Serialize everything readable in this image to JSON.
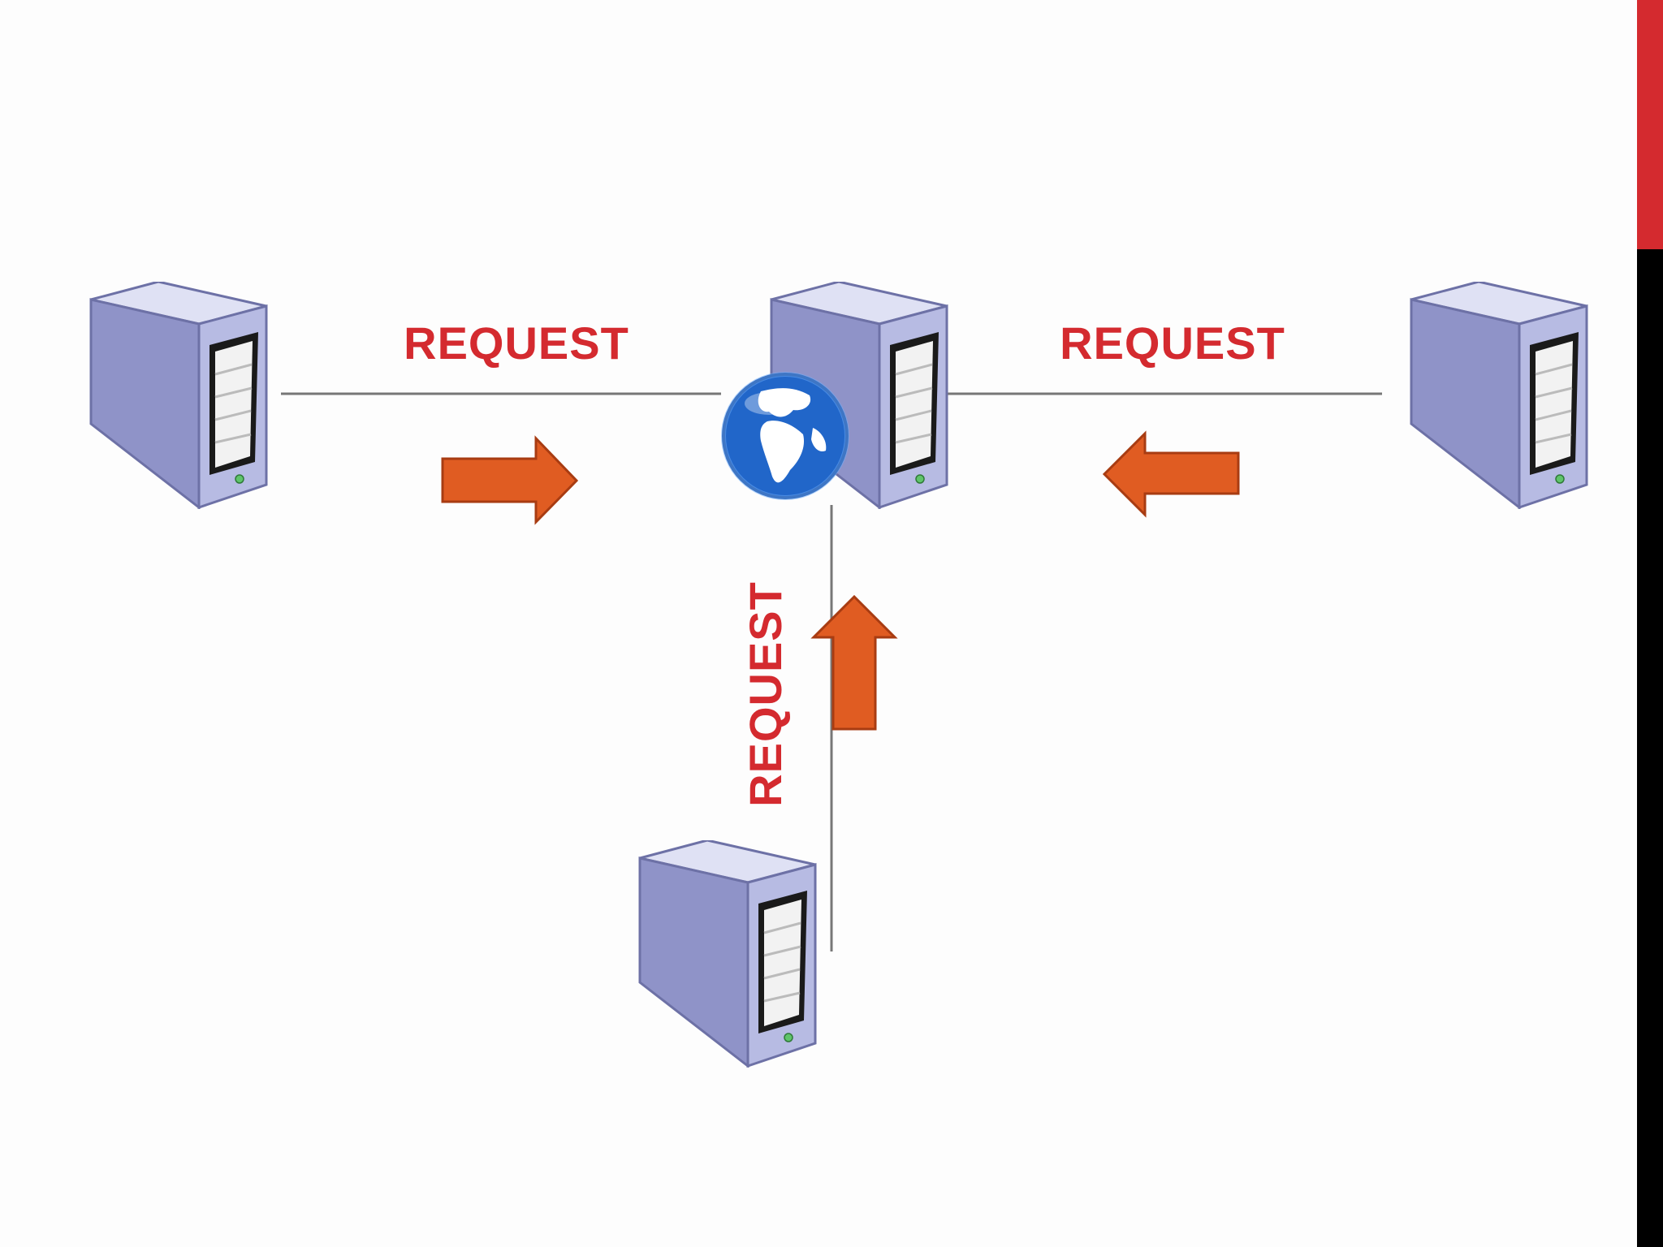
{
  "colors": {
    "accent_red": "#d42a2f",
    "sidebar_black": "#000000",
    "arrow_fill": "#e05c22",
    "arrow_stroke": "#a83c12",
    "connector_line": "#777777",
    "server_body": "#b9bde3",
    "server_side": "#8a8fc4"
  },
  "diagram": {
    "nodes": [
      {
        "id": "server-left",
        "icon": "server-icon"
      },
      {
        "id": "server-center",
        "icon": "server-icon",
        "badge": "globe-icon"
      },
      {
        "id": "server-right",
        "icon": "server-icon"
      },
      {
        "id": "server-bottom",
        "icon": "server-icon"
      }
    ],
    "labels": {
      "left": "REQUEST",
      "right": "REQUEST",
      "bottom": "REQUEST"
    },
    "arrows": [
      {
        "from": "server-left",
        "to": "server-center",
        "direction": "right"
      },
      {
        "from": "server-right",
        "to": "server-center",
        "direction": "left"
      },
      {
        "from": "server-bottom",
        "to": "server-center",
        "direction": "up"
      }
    ]
  }
}
